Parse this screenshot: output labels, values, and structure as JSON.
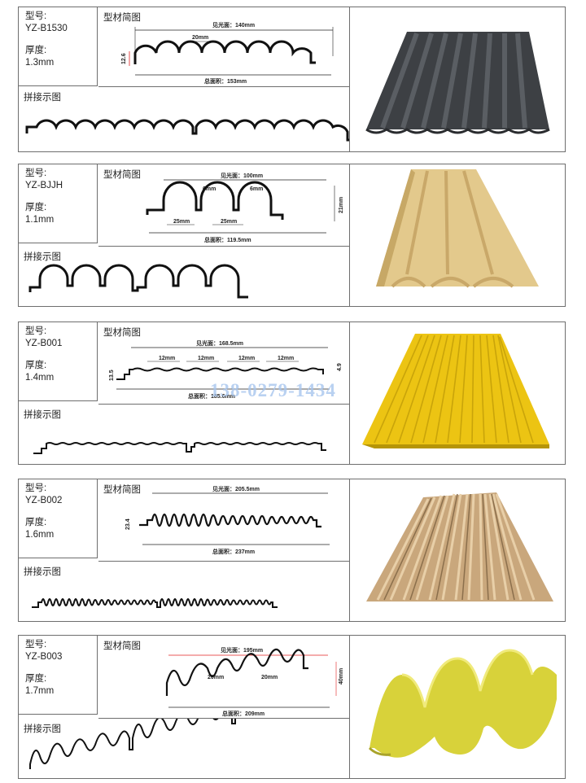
{
  "labels": {
    "model": "型号:",
    "thickness": "厚度:",
    "profile": "型材简图",
    "splice": "拼接示图"
  },
  "products": [
    {
      "code": "YZ-B1530",
      "thickness": "1.3mm",
      "dims": {
        "visible": "见光面：140mm",
        "pitch": "20mm",
        "height": "12.6",
        "total": "总面积：153mm"
      }
    },
    {
      "code": "YZ-BJJH",
      "thickness": "1.1mm",
      "dims": {
        "visible": "见光面：100mm",
        "gap1": "6mm",
        "gap2": "6mm",
        "w1": "25mm",
        "w2": "25mm",
        "height": "21mm",
        "total": "总面积：119.5mm"
      }
    },
    {
      "code": "YZ-B001",
      "thickness": "1.4mm",
      "dims": {
        "visible": "见光面：168.5mm",
        "p1": "12mm",
        "p2": "12mm",
        "p3": "12mm",
        "p4": "12mm",
        "left": "13.5",
        "right": "4.9",
        "total": "总面积：185.6mm"
      }
    },
    {
      "code": "YZ-B002",
      "thickness": "1.6mm",
      "dims": {
        "visible": "见光面：205.5mm",
        "height": "23.4",
        "total": "总面积：237mm"
      }
    },
    {
      "code": "YZ-B003",
      "thickness": "1.7mm",
      "dims": {
        "visible": "见光面：195mm",
        "w1": "20mm",
        "w2": "20mm",
        "height": "40mm",
        "total": "总面积：209mm"
      }
    }
  ],
  "watermark": "138-0279-1434",
  "colors": {
    "border": "#6e6e6e",
    "red": "#e02020",
    "panel1": "#3d4044",
    "panel2": "#e3c98c",
    "panel3": "#ecc413",
    "panel4": "#c9a77c",
    "panel5": "#d8d23a"
  }
}
